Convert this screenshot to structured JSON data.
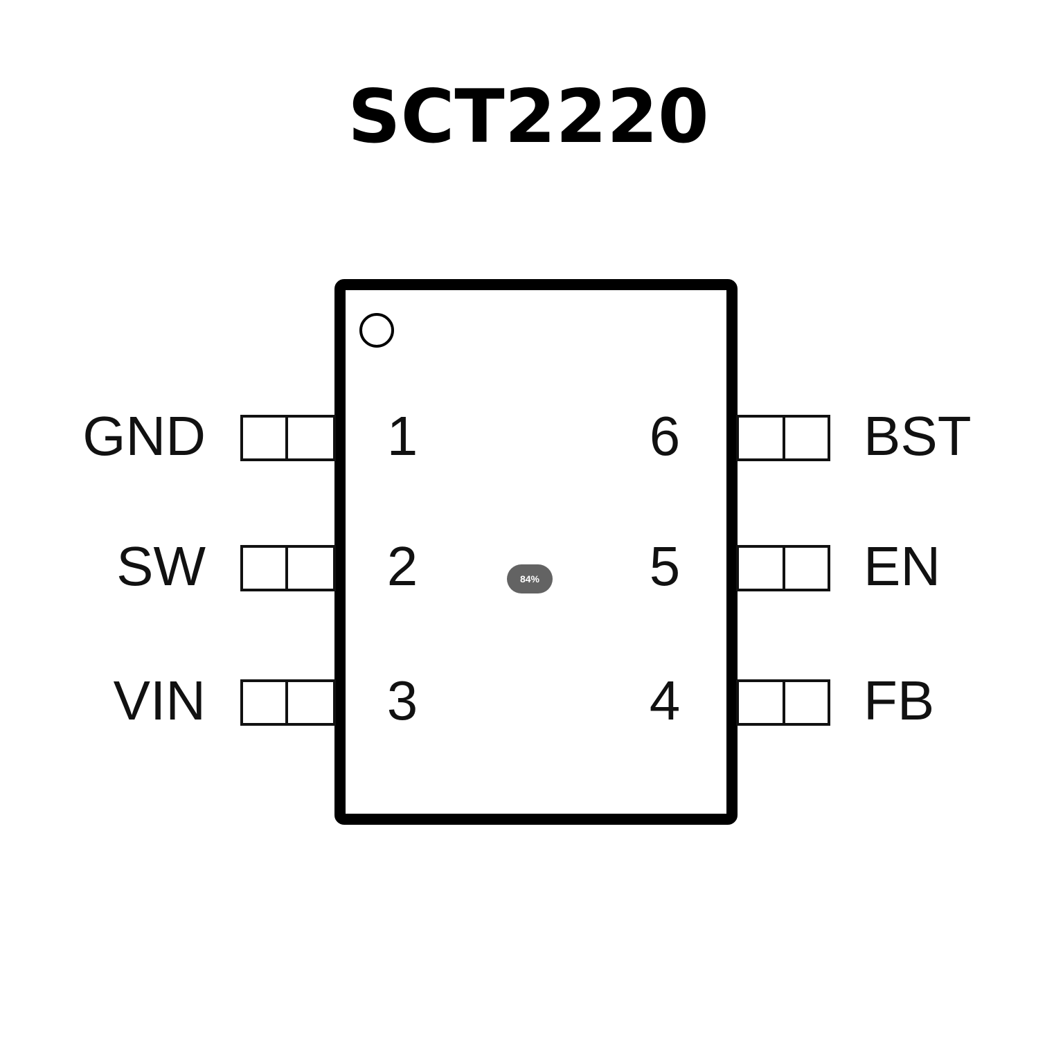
{
  "title": "SCT2220",
  "pins_left": [
    {
      "number": "1",
      "name": "GND"
    },
    {
      "number": "2",
      "name": "SW"
    },
    {
      "number": "3",
      "name": "VIN"
    }
  ],
  "pins_right": [
    {
      "number": "6",
      "name": "BST"
    },
    {
      "number": "5",
      "name": "EN"
    },
    {
      "number": "4",
      "name": "FB"
    }
  ],
  "zoom_badge": "84%"
}
